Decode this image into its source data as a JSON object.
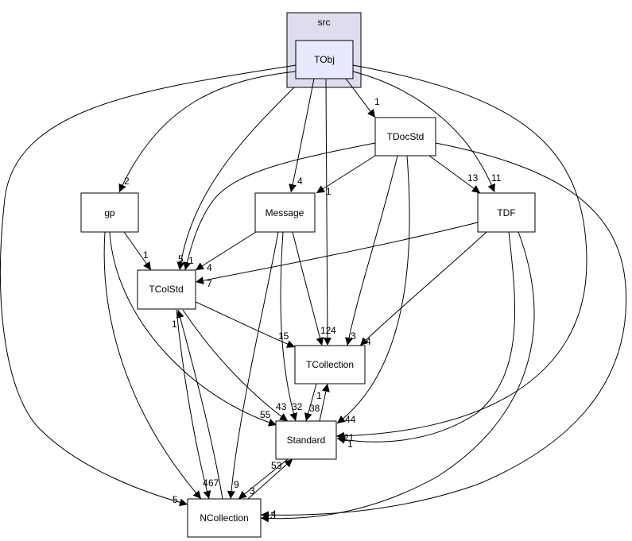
{
  "cluster": {
    "label": "src"
  },
  "nodes": {
    "TObj": "TObj",
    "TDocStd": "TDocStd",
    "gp": "gp",
    "Message": "Message",
    "TDF": "TDF",
    "TColStd": "TColStd",
    "TCollection": "TCollection",
    "Standard": "Standard",
    "NCollection": "NCollection"
  },
  "edges": [
    {
      "from": "TObj",
      "to": "TDocStd",
      "label": "1"
    },
    {
      "from": "TObj",
      "to": "gp",
      "label": "2"
    },
    {
      "from": "TObj",
      "to": "Message",
      "label": "4"
    },
    {
      "from": "TObj",
      "to": "TDF",
      "label": "11"
    },
    {
      "from": "TObj",
      "to": "TColStd",
      "label": "5"
    },
    {
      "from": "TObj",
      "to": "TCollection",
      "label": "12"
    },
    {
      "from": "TObj",
      "to": "Standard",
      "label": "21"
    },
    {
      "from": "TObj",
      "to": "NCollection",
      "label": "5"
    },
    {
      "from": "TDocStd",
      "to": "Message",
      "label": "1"
    },
    {
      "from": "TDocStd",
      "to": "TDF",
      "label": "13"
    },
    {
      "from": "TDocStd",
      "to": "TColStd",
      "label": "1"
    },
    {
      "from": "TDocStd",
      "to": "TCollection",
      "label": "3"
    },
    {
      "from": "TDocStd",
      "to": "Standard",
      "label": "44"
    },
    {
      "from": "TDocStd",
      "to": "NCollection",
      "label": "4"
    },
    {
      "from": "gp",
      "to": "TColStd",
      "label": "1"
    },
    {
      "from": "gp",
      "to": "Standard",
      "label": "55"
    },
    {
      "from": "gp",
      "to": "NCollection",
      "label": "4"
    },
    {
      "from": "Message",
      "to": "TColStd",
      "label": "4"
    },
    {
      "from": "Message",
      "to": "TCollection",
      "label": "4"
    },
    {
      "from": "Message",
      "to": "Standard",
      "label": "32"
    },
    {
      "from": "Message",
      "to": "NCollection",
      "label": "9"
    },
    {
      "from": "TDF",
      "to": "TColStd",
      "label": "7"
    },
    {
      "from": "TDF",
      "to": "TCollection",
      "label": "4"
    },
    {
      "from": "TDF",
      "to": "Standard",
      "label": "1"
    },
    {
      "from": "TDF",
      "to": "NCollection",
      "label": "3"
    },
    {
      "from": "TColStd",
      "to": "TCollection",
      "label": "15"
    },
    {
      "from": "TColStd",
      "to": "Standard",
      "label": "43"
    },
    {
      "from": "TColStd",
      "to": "NCollection",
      "label": "67"
    },
    {
      "from": "TCollection",
      "to": "Standard",
      "label": "38"
    },
    {
      "from": "Standard",
      "to": "TCollection",
      "label": "1"
    },
    {
      "from": "Standard",
      "to": "NCollection",
      "label": "3"
    },
    {
      "from": "NCollection",
      "to": "TColStd",
      "label": "1"
    },
    {
      "from": "NCollection",
      "to": "Standard",
      "label": "53"
    }
  ]
}
